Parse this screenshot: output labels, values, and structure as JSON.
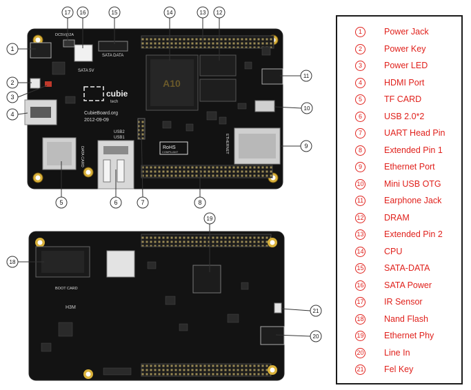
{
  "colors": {
    "accent": "#e0201b",
    "board": "#111111",
    "gold": "#c9a227",
    "callout": "#333333"
  },
  "board_text": {
    "brand": "cubie",
    "brand_sub": "tech",
    "website": "CubieBoard.org",
    "date": "2012-09-09",
    "sata_data": "SATA DATA",
    "sata_5v": "SATA 5V",
    "dc_5v": "DC5V@2A",
    "usb2": "USB2",
    "usb1": "USB1",
    "ethernet": "ETHERNET",
    "data_card": "DATA CARD",
    "boot_card": "BOOT CARD",
    "rohs": "RoHS",
    "rohs_sub": "COMPLIANT",
    "cpu_mark": "A10",
    "h3m": "H3M"
  },
  "callouts": [
    "1",
    "2",
    "3",
    "4",
    "5",
    "6",
    "7",
    "8",
    "9",
    "10",
    "11",
    "12",
    "13",
    "14",
    "15",
    "16",
    "17",
    "18",
    "19",
    "20",
    "21"
  ],
  "legend": {
    "items": [
      {
        "num": "1",
        "label": "Power  Jack"
      },
      {
        "num": "2",
        "label": "Power Key"
      },
      {
        "num": "3",
        "label": "Power LED"
      },
      {
        "num": "4",
        "label": "HDMI Port"
      },
      {
        "num": "5",
        "label": "TF CARD"
      },
      {
        "num": "6",
        "label": "USB 2.0*2"
      },
      {
        "num": "7",
        "label": "UART Head Pin"
      },
      {
        "num": "8",
        "label": "Extended Pin 1"
      },
      {
        "num": "9",
        "label": "Ethernet Port"
      },
      {
        "num": "10",
        "label": "Mini USB OTG"
      },
      {
        "num": "11",
        "label": "Earphone Jack"
      },
      {
        "num": "12",
        "label": "DRAM"
      },
      {
        "num": "13",
        "label": "Extended Pin 2"
      },
      {
        "num": "14",
        "label": "CPU"
      },
      {
        "num": "15",
        "label": "SATA-DATA"
      },
      {
        "num": "16",
        "label": "SATA  Power"
      },
      {
        "num": "17",
        "label": "IR  Sensor"
      },
      {
        "num": "18",
        "label": "Nand Flash"
      },
      {
        "num": "19",
        "label": "Ethernet Phy"
      },
      {
        "num": "20",
        "label": "Line In"
      },
      {
        "num": "21",
        "label": "Fel Key"
      }
    ]
  }
}
